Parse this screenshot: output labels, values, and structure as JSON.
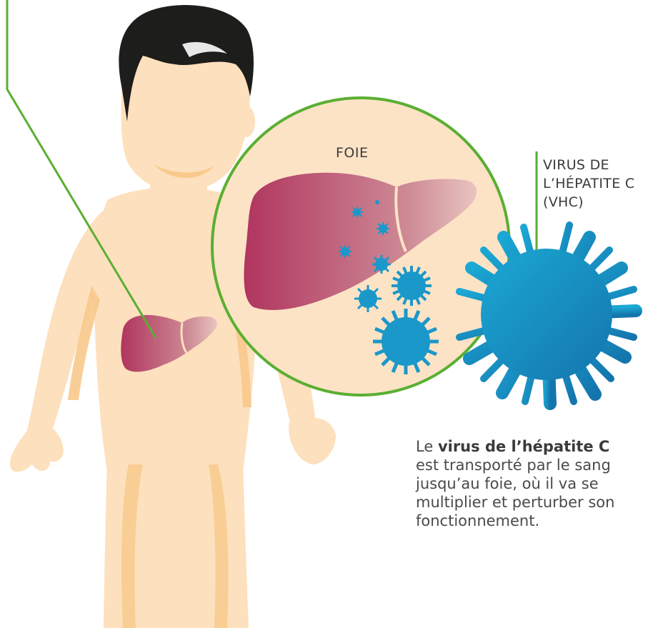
{
  "labels": {
    "liver": "FOIE",
    "virus_line1": "VIRUS DE",
    "virus_line2": "L’HÉPATITE C",
    "virus_line3": "(VHC)"
  },
  "caption": {
    "prefix": "Le ",
    "bold": "virus de l’hépatite C",
    "line1_rest": "",
    "line2": "est transporté par le sang",
    "line3": "jusqu’au foie, où il va se",
    "line4": "multiplier et perturber son",
    "line5": "fonctionnement."
  },
  "colors": {
    "skin": "#fde0bd",
    "skin_shadow": "#f8c98b",
    "hair": "#1d1d1b",
    "liver_dark": "#b0355f",
    "liver_light": "#e2b3b4",
    "virus": "#1a98c9",
    "virus_dark": "#1577b0",
    "accent_green": "#5aaf32",
    "lens_fill": "#fde3c6"
  },
  "icons": [
    "person-illustration",
    "liver-icon",
    "virus-icon"
  ]
}
